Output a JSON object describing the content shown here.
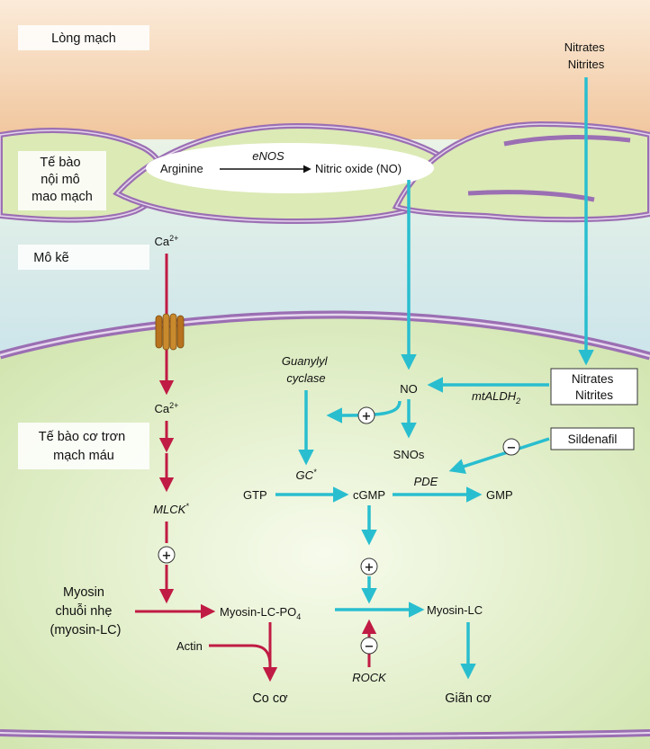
{
  "regions": {
    "lumen": "Lòng mạch",
    "endothelium": [
      "Tế bào",
      "nội mô",
      "mao mạch"
    ],
    "interstitium": "Mô kẽ",
    "smooth_muscle": [
      "Tế bào cơ trơn",
      "mạch máu"
    ]
  },
  "endothelial_reaction": {
    "substrate": "Arginine",
    "enzyme": "eNOS",
    "product": "Nitric oxide (NO)"
  },
  "sources": {
    "top": [
      "Nitrates",
      "Nitrites"
    ],
    "cell_box": [
      "Nitrates",
      "Nitrites"
    ],
    "sildenafil": "Sildenafil"
  },
  "pathway": {
    "ca_ext": "Ca",
    "ca_ext_sup": "2+",
    "ca_int": "Ca",
    "ca_int_sup": "2+",
    "mlck": "MLCK",
    "mlck_sup": "*",
    "myosin_light_chain": [
      "Myosin",
      "chuỗi nhẹ",
      "(myosin-LC)"
    ],
    "myosin_lc_po4": "Myosin-LC-PO",
    "po4_sub": "4",
    "actin": "Actin",
    "contraction": "Co cơ",
    "no": "NO",
    "mtaldh": "mtALDH",
    "mtaldh_sub": "2",
    "guanylyl_cyclase": [
      "Guanylyl",
      "cyclase"
    ],
    "snos": "SNOs",
    "gc": "GC",
    "gc_sup": "*",
    "gtp": "GTP",
    "cgmp": "cGMP",
    "pde": "PDE",
    "gmp": "GMP",
    "myosin_lc": "Myosin-LC",
    "rock": "ROCK",
    "relaxation": "Giãn cơ"
  },
  "signs": {
    "plus": "+",
    "minus": "−"
  },
  "colors": {
    "stimulatory_arrow": "#29BECF",
    "calcium_arrow": "#C01B44",
    "membrane": "#9B6FB3",
    "lumen_bg": "#F0C49A",
    "endothelium_fill": "#DCEAB6",
    "interstitium_bg": "#CFE6EE",
    "cell_fill": "#DDECC0"
  },
  "icons": {
    "channel": "calcium-channel-icon"
  }
}
